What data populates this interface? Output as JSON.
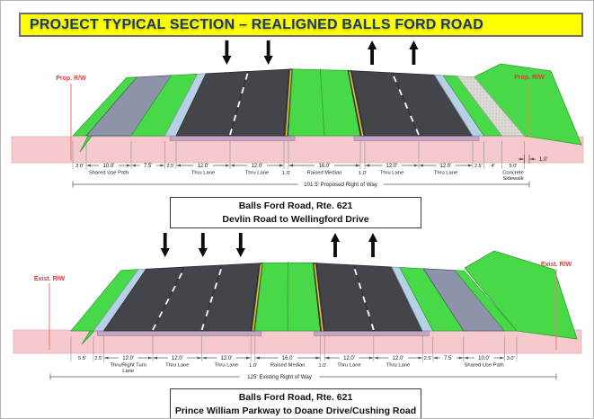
{
  "page": {
    "title": "PROJECT TYPICAL SECTION – REALIGNED BALLS FORD ROAD"
  },
  "colors": {
    "banner_bg": "#ffff00",
    "banner_text": "#1f3864",
    "grass": "#47d947",
    "ground": "#f6c9cd",
    "pavement": "#43454a",
    "shared_use_path": "#8d93a9",
    "curb_gutter": "#b7d0e4",
    "concrete_sidewalk": "#dad9d3",
    "pavement_base": "#c3a4c5",
    "lane_dash": "#ffffff",
    "edge_line_yellow": "#e6c61f",
    "rw_line_red": "#f27d7d",
    "rw_line_orange": "#d89a3c"
  },
  "sections": [
    {
      "id": "proposed",
      "rw_left": "Prop. R/W",
      "rw_right": "Prop. R/W",
      "total": "101.5' Proposed Right of Way",
      "extra_dim": "1.0'",
      "caption_line1": "Balls Ford Road, Rte. 621",
      "caption_line2": "Devlin Road to Wellingford Drive",
      "dims": [
        {
          "feet": 3,
          "label": "3.0'",
          "type": "grass"
        },
        {
          "feet": 10,
          "label": "10.0'",
          "sub": "Shared Use Path",
          "type": "path"
        },
        {
          "feet": 7.5,
          "label": "7.5'",
          "type": "grass"
        },
        {
          "feet": 2.5,
          "label": "2.5'",
          "type": "curb"
        },
        {
          "feet": 12,
          "label": "12.0'",
          "sub": "Thru Lane",
          "type": "lane",
          "arrow": "down"
        },
        {
          "feet": 12,
          "label": "12.0'",
          "sub": "Thru Lane",
          "type": "lane",
          "arrow": "down"
        },
        {
          "feet": 1,
          "label": "1.0'",
          "type": "edge"
        },
        {
          "feet": 16,
          "label": "16.0'",
          "sub": "Raised Median",
          "type": "median"
        },
        {
          "feet": 1,
          "label": "1.0'",
          "type": "edge"
        },
        {
          "feet": 12,
          "label": "12.0'",
          "sub": "Thru Lane",
          "type": "lane",
          "arrow": "up"
        },
        {
          "feet": 12,
          "label": "12.0'",
          "sub": "Thru Lane",
          "type": "lane",
          "arrow": "up"
        },
        {
          "feet": 2.5,
          "label": "2.5'",
          "type": "curb"
        },
        {
          "feet": 4,
          "label": "4'",
          "type": "grass"
        },
        {
          "feet": 5,
          "label": "5.0'",
          "sub": "Concrete\nSidewalk",
          "type": "sidewalk"
        }
      ]
    },
    {
      "id": "existing",
      "rw_left": "Exist. R/W",
      "rw_right": "Exist. R/W",
      "total": "125' Existing Right of Way",
      "caption_line1": "Balls Ford Road, Rte. 621",
      "caption_line2": "Prince William Parkway to Doane Drive/Cushing Road",
      "dims": [
        {
          "feet": 5.5,
          "label": "5.5'",
          "type": "grass"
        },
        {
          "feet": 2.5,
          "label": "2.5'",
          "type": "curb"
        },
        {
          "feet": 12,
          "label": "12.0'",
          "sub": "Thru/Right Turn\nLane",
          "type": "lane",
          "arrow": "down"
        },
        {
          "feet": 12,
          "label": "12.0'",
          "sub": "Thru Lane",
          "type": "lane",
          "arrow": "down"
        },
        {
          "feet": 12,
          "label": "12.0'",
          "sub": "Thru Lane",
          "type": "lane",
          "arrow": "down"
        },
        {
          "feet": 1,
          "label": "1.0'",
          "type": "edge"
        },
        {
          "feet": 16,
          "label": "16.0'",
          "sub": "Raised Median",
          "type": "median"
        },
        {
          "feet": 1,
          "label": "1.0'",
          "type": "edge"
        },
        {
          "feet": 12,
          "label": "12.0'",
          "sub": "Thru Lane",
          "type": "lane",
          "arrow": "up"
        },
        {
          "feet": 12,
          "label": "12.0'",
          "sub": "Thru Lane",
          "type": "lane",
          "arrow": "up"
        },
        {
          "feet": 2.5,
          "label": "2.5'",
          "type": "curb"
        },
        {
          "feet": 7.5,
          "label": "7.5'",
          "type": "grass"
        },
        {
          "feet": 10,
          "label": "10.0'",
          "sub": "Shared Use Path",
          "type": "path"
        },
        {
          "feet": 3,
          "label": "3.0'",
          "type": "grass"
        }
      ]
    }
  ]
}
